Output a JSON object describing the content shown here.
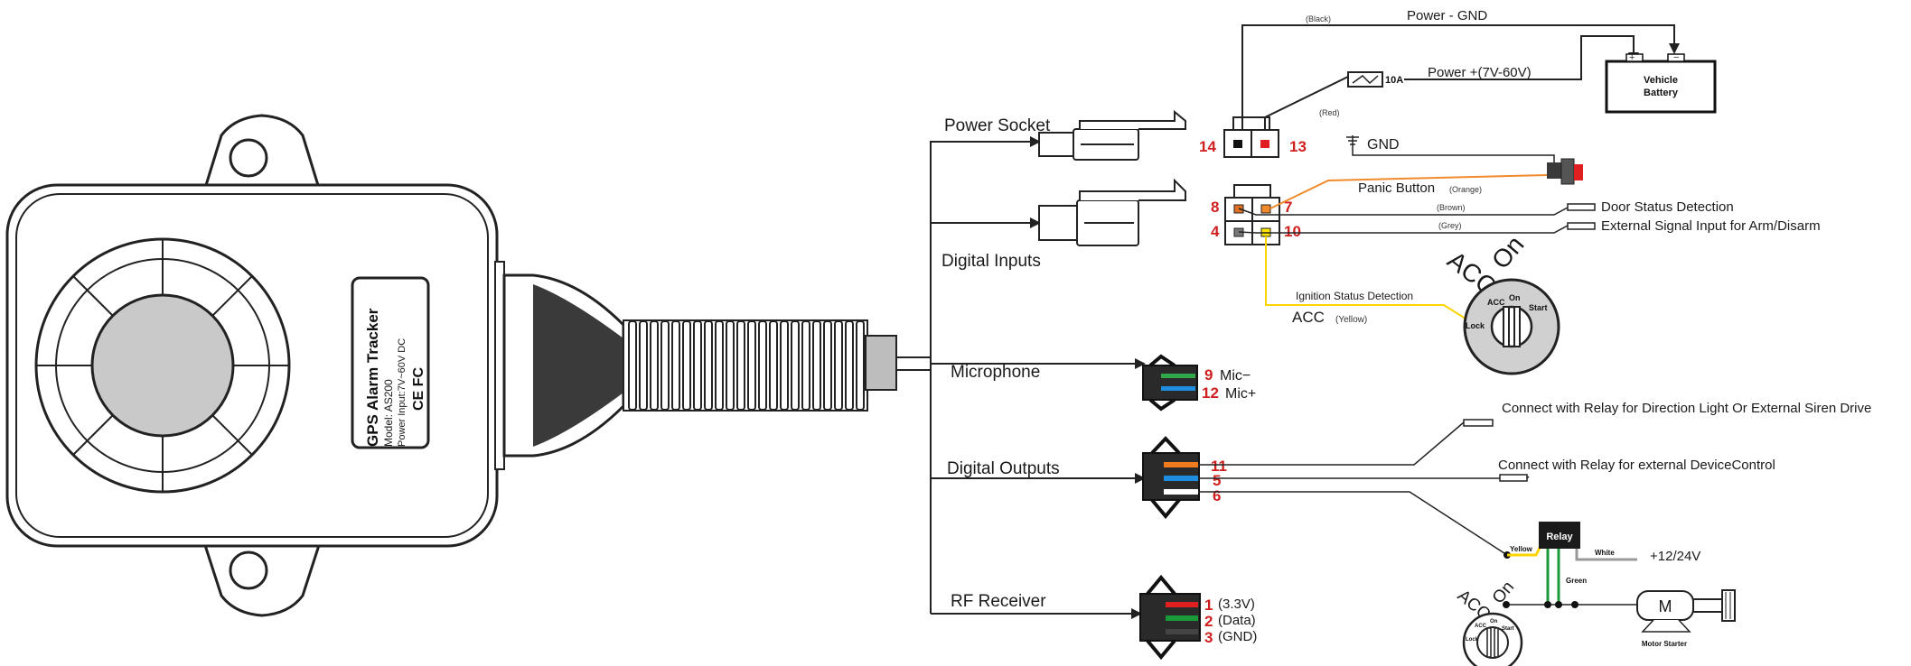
{
  "device": {
    "name": "GPS Alarm Tracker",
    "model": "Model: AS200",
    "power_input": "Power Input:7V~60V DC",
    "marks": "CE FC"
  },
  "groups": {
    "power_socket": "Power Socket",
    "digital_inputs": "Digital Inputs",
    "microphone": "Microphone",
    "digital_outputs": "Digital Outputs",
    "rf_receiver": "RF Receiver"
  },
  "power": {
    "gnd_label": "Power - GND",
    "black": "(Black)",
    "plus_label": "Power +(7V-60V)",
    "fuse": "10A",
    "red": "(Red)",
    "battery_line1": "Vehicle",
    "battery_line2": "Battery",
    "pin14": "14",
    "pin13": "13",
    "gnd": "GND"
  },
  "inputs": {
    "panic": "Panic  Button",
    "orange": "(Orange)",
    "door": "Door Status Detection",
    "brown": "(Brown)",
    "external": "External Signal Input for Arm/Disarm",
    "grey": "(Grey)",
    "ignition": "Ignition Status Detection",
    "acc": "ACC",
    "yellow": "(Yellow)",
    "pin8": "8",
    "pin7": "7",
    "pin4": "4",
    "pin10": "10"
  },
  "ignition_switch": {
    "acc": "ACC",
    "on": "On",
    "key_acc": "ACC",
    "key_on": "On",
    "key_start": "Start",
    "key_lock": "Lock"
  },
  "microphone": {
    "pin9": "9",
    "mic_minus": "Mic−",
    "pin12": "12",
    "mic_plus": "Mic+"
  },
  "outputs": {
    "pin11": "11",
    "pin5": "5",
    "pin6": "6",
    "direction": "Connect with Relay for Direction Light Or External Siren Drive",
    "device": "Connect with Relay for external DeviceControl",
    "relay": "Relay",
    "yellow": "Yellow",
    "white": "White",
    "green": "Green",
    "supply": "+12/24V",
    "motor": "M",
    "motor_starter": "Motor Starter",
    "acc": "ACC",
    "on": "On",
    "key_acc": "ACC",
    "key_on": "On",
    "key_start": "Start",
    "key_lock": "Lock"
  },
  "rf": {
    "pin1": "1",
    "v33": "(3.3V)",
    "pin2": "2",
    "data": "(Data)",
    "pin3": "3",
    "gnd": "(GND)"
  }
}
